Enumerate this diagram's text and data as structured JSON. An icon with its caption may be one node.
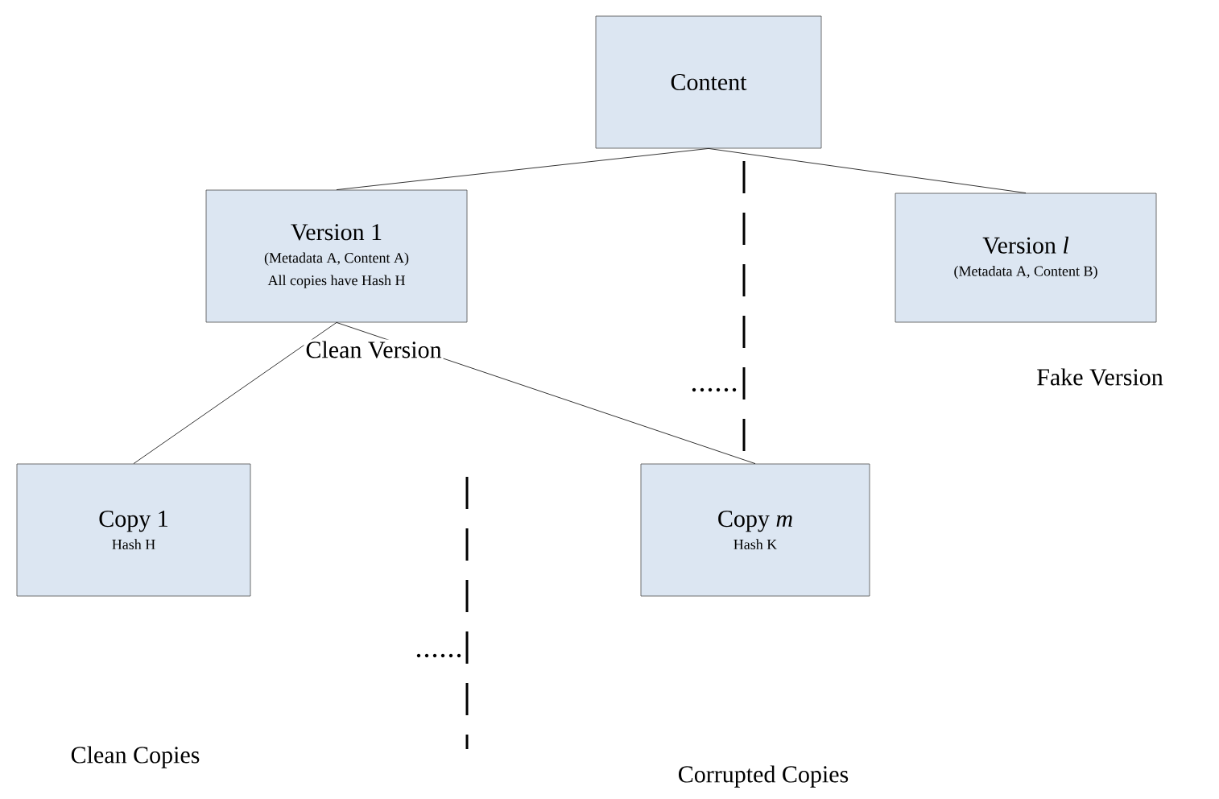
{
  "diagram": {
    "nodes": [
      {
        "text": [
          "Content"
        ]
      },
      {
        "text": [
          "Version 1",
          "(Metadata A, Content A)",
          "All copies have Hash H"
        ],
        "beside": [
          "Clean Version"
        ]
      },
      {
        "text": [
          "Version *l*",
          "(Metadata A, Content B)"
        ],
        "beside": [
          "Fake Version"
        ]
      },
      {
        "text": [
          "Copy 1",
          "Hash H"
        ]
      },
      {
        "text": [
          "Copy *m*",
          "Hash K"
        ]
      }
    ],
    "edges": [
      {
        "from": 0,
        "to": 1,
        "arrow": "none"
      },
      {
        "from": 0,
        "to": 2,
        "arrow": "none"
      },
      {
        "from": 1,
        "to": 3,
        "arrow": "none"
      },
      {
        "from": 1,
        "to": 4,
        "arrow": "none"
      }
    ],
    "labels": [
      "Clean Copies",
      "Corrupted Copies"
    ]
  }
}
